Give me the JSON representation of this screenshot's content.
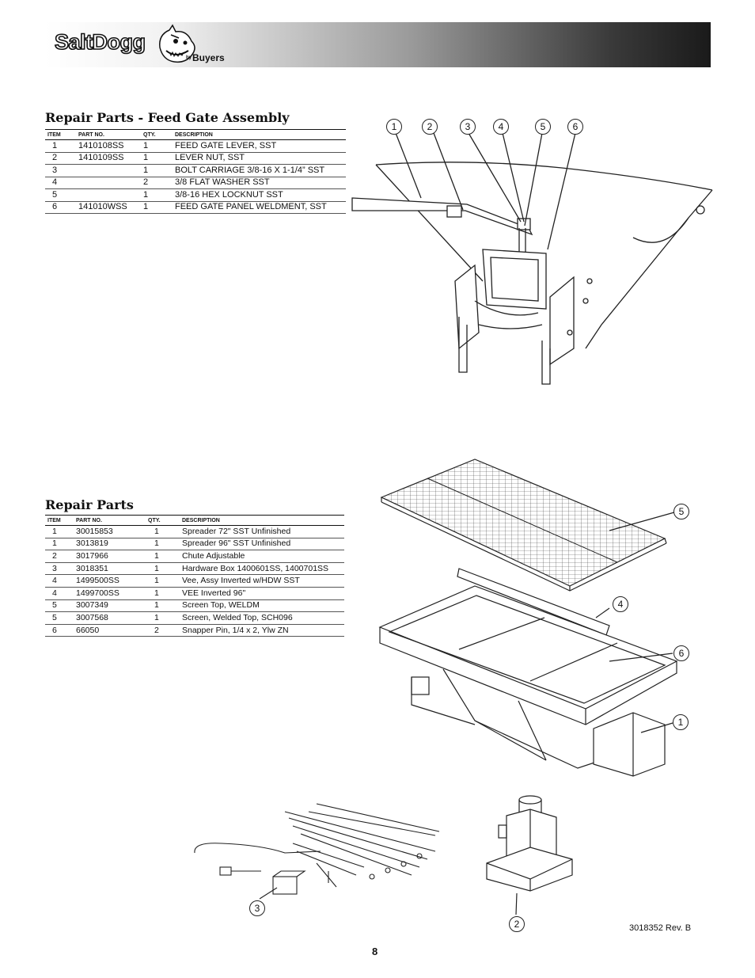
{
  "header": {
    "brand": "SaltDogg",
    "by": "by",
    "company": "Buyers"
  },
  "section1": {
    "title": "Repair Parts - Feed Gate Assembly",
    "columns": [
      "ITEM",
      "PART NO.",
      "QTY.",
      "DESCRIPTION"
    ],
    "rows": [
      [
        "1",
        "1410108SS",
        "1",
        "FEED GATE LEVER, SST"
      ],
      [
        "2",
        "1410109SS",
        "1",
        "LEVER NUT, SST"
      ],
      [
        "3",
        "",
        "1",
        "BOLT CARRIAGE 3/8-16 X 1-1/4” SST"
      ],
      [
        "4",
        "",
        "2",
        "3/8 FLAT WASHER SST"
      ],
      [
        "5",
        "",
        "1",
        "3/8-16 HEX LOCKNUT SST"
      ],
      [
        "6",
        "141010WSS",
        "1",
        "FEED GATE PANEL WELDMENT, SST"
      ]
    ],
    "callouts": [
      "1",
      "2",
      "3",
      "4",
      "5",
      "6"
    ]
  },
  "section2": {
    "title": "Repair Parts",
    "columns": [
      "ITEM",
      "PART NO.",
      "QTY.",
      "DESCRIPTION"
    ],
    "rows": [
      [
        "1",
        "30015853",
        "1",
        "Spreader 72\" SST Unfinished"
      ],
      [
        "1",
        "3013819",
        "1",
        "Spreader 96\" SST Unfinished"
      ],
      [
        "2",
        "3017966",
        "1",
        "Chute Adjustable"
      ],
      [
        "3",
        "3018351",
        "1",
        "Hardware Box 1400601SS, 1400701SS"
      ],
      [
        "4",
        "1499500SS",
        "1",
        "Vee, Assy Inverted w/HDW SST"
      ],
      [
        "4",
        "1499700SS",
        "1",
        "VEE Inverted 96\""
      ],
      [
        "5",
        "3007349",
        "1",
        "Screen Top, WELDM"
      ],
      [
        "5",
        "3007568",
        "1",
        "Screen, Welded Top, SCH096"
      ],
      [
        "6",
        "66050",
        "2",
        "Snapper Pin, 1/4 x 2, Ylw ZN"
      ]
    ],
    "callouts": [
      "5",
      "4",
      "6",
      "1",
      "3",
      "2"
    ]
  },
  "footer": {
    "doc_code": "3018352 Rev. B",
    "page": "8"
  }
}
